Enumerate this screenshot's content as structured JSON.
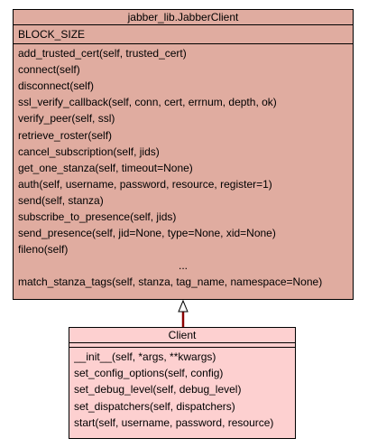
{
  "colors": {
    "parent_fill": "#e0aca0",
    "child_fill": "#fdd0d0",
    "inherit_line": "#8b0000",
    "border": "#000000"
  },
  "parent_class": {
    "name": "jabber_lib.JabberClient",
    "attributes": [
      "BLOCK_SIZE"
    ],
    "methods": [
      "add_trusted_cert(self, trusted_cert)",
      "connect(self)",
      "disconnect(self)",
      "ssl_verify_callback(self, conn, cert, errnum, depth, ok)",
      "verify_peer(self, ssl)",
      "retrieve_roster(self)",
      "cancel_subscription(self, jids)",
      "get_one_stanza(self, timeout=None)",
      "auth(self, username, password, resource, register=1)",
      "send(self, stanza)",
      "subscribe_to_presence(self, jids)",
      "send_presence(self, jid=None, type=None, xid=None)",
      "fileno(self)"
    ],
    "ellipsis": "...",
    "last_method": "match_stanza_tags(self, stanza, tag_name, namespace=None)"
  },
  "child_class": {
    "name": "Client",
    "methods": [
      "__init__(self, *args, **kwargs)",
      "set_config_options(self, config)",
      "set_debug_level(self, debug_level)",
      "set_dispatchers(self, dispatchers)",
      "start(self, username, password, resource)"
    ]
  }
}
